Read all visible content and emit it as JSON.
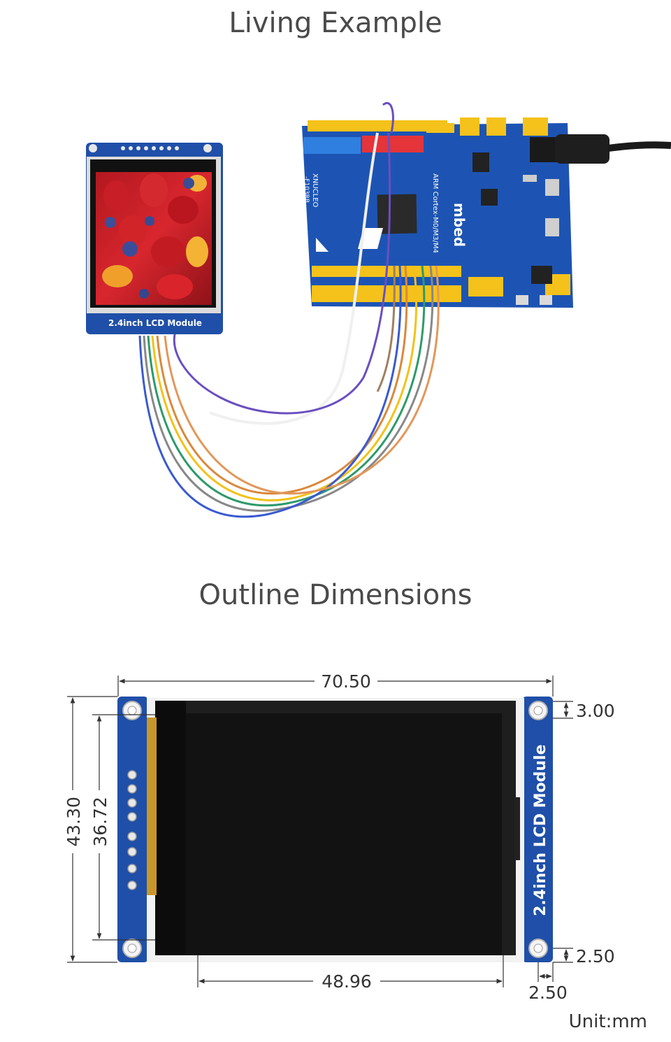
{
  "headings": {
    "living_example": "Living Example",
    "outline_dimensions": "Outline Dimensions"
  },
  "module": {
    "label": "2.4inch LCD Module"
  },
  "board": {
    "brand_text": "mbed",
    "cpu_text": "ARM Cortex-M0/M3/M4",
    "vendor_text": "XNUCLEO",
    "model_text": "-F103RB"
  },
  "dimensions": {
    "overall_width": "70.50",
    "overall_height": "43.30",
    "display_height": "36.72",
    "display_width": "48.96",
    "top_offset": "3.00",
    "bottom_offset": "2.50",
    "side_offset": "2.50",
    "unit": "Unit:mm"
  },
  "colors": {
    "pcb_blue": "#1f4fa8",
    "header_yellow": "#f4c21a",
    "header_red": "#e5343a",
    "header_blue": "#2f7fe0"
  }
}
